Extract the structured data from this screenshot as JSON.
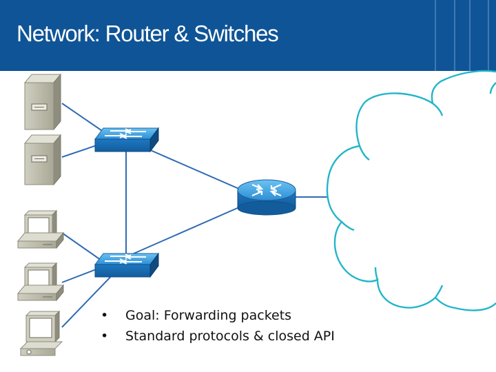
{
  "slide": {
    "title": "Network: Router & Switches",
    "bullets": [
      "Goal: Forwarding packets",
      "Standard protocols & closed API"
    ]
  },
  "nodes": [
    {
      "id": "server-1",
      "kind": "file-server-icon"
    },
    {
      "id": "server-2",
      "kind": "file-server-icon"
    },
    {
      "id": "switch-top",
      "kind": "switch-icon"
    },
    {
      "id": "switch-bottom",
      "kind": "switch-icon"
    },
    {
      "id": "router",
      "kind": "router-icon"
    },
    {
      "id": "pc-1",
      "kind": "desktop-pc-icon"
    },
    {
      "id": "pc-2",
      "kind": "desktop-pc-icon"
    },
    {
      "id": "laptop",
      "kind": "laptop-icon"
    },
    {
      "id": "cloud",
      "kind": "cloud-network"
    }
  ],
  "links": [
    [
      "server-1",
      "switch-top"
    ],
    [
      "server-2",
      "switch-top"
    ],
    [
      "switch-top",
      "router"
    ],
    [
      "switch-top",
      "switch-bottom"
    ],
    [
      "switch-bottom",
      "router"
    ],
    [
      "pc-1",
      "switch-bottom"
    ],
    [
      "pc-2",
      "switch-bottom"
    ],
    [
      "laptop",
      "switch-bottom"
    ],
    [
      "router",
      "cloud"
    ]
  ],
  "colors": {
    "header": "#0f5496",
    "link": "#2e6bb2",
    "cloud": "#22b5c9",
    "device_blue": "#2f8fd4",
    "device_gray": "#b8b7a7"
  }
}
